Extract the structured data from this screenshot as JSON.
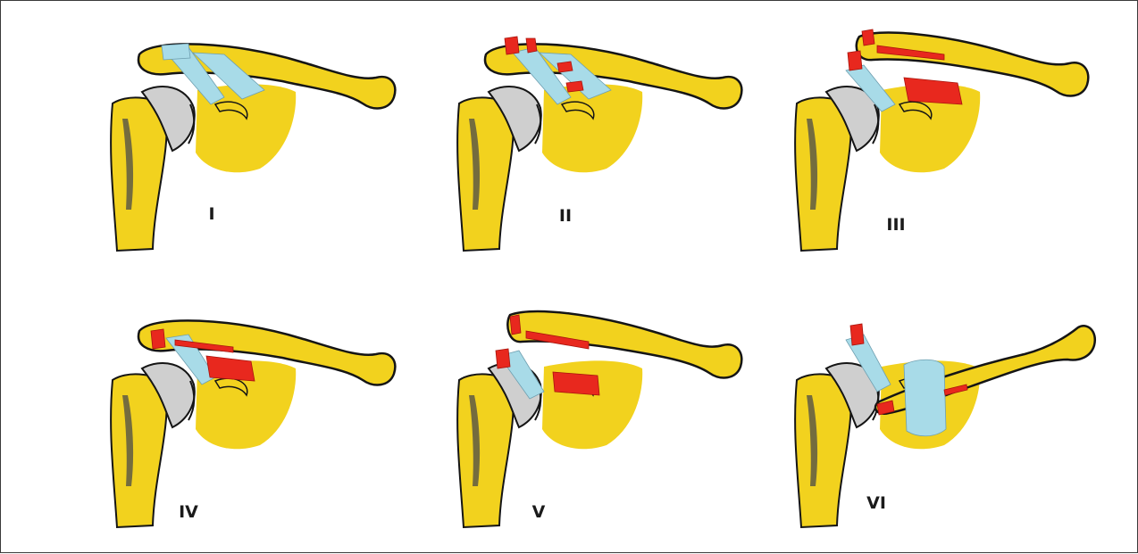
{
  "colors": {
    "bone": "#f2d21e",
    "outline": "#151515",
    "ligament": "#a8dbe8",
    "injury": "#e8281e",
    "cartilage": "#cfcfcf"
  },
  "panels": [
    {
      "label": "I"
    },
    {
      "label": "II"
    },
    {
      "label": "III"
    },
    {
      "label": "IV"
    },
    {
      "label": "V"
    },
    {
      "label": "VI"
    }
  ]
}
